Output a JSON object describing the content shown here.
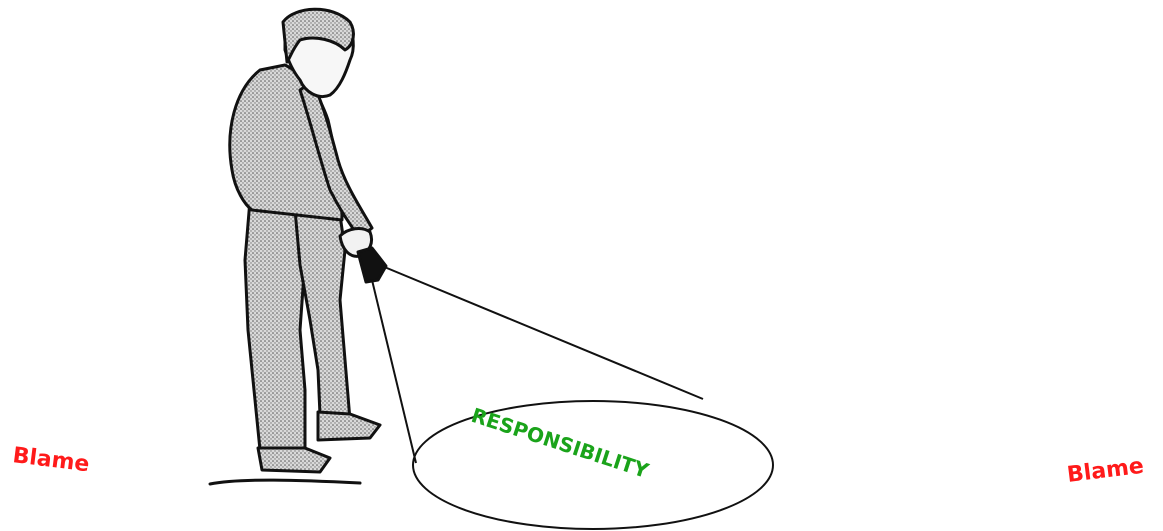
{
  "labels": {
    "left_blame": "Blame",
    "right_blame": "Blame",
    "center_word": "RESPONSIBILITY"
  },
  "colors": {
    "blame": "#ff1a1a",
    "responsibility": "#1aa31a",
    "ink": "#111111",
    "stipple": "#bdbdbd"
  },
  "figure": {
    "subject": "man-holding-flashlight"
  }
}
